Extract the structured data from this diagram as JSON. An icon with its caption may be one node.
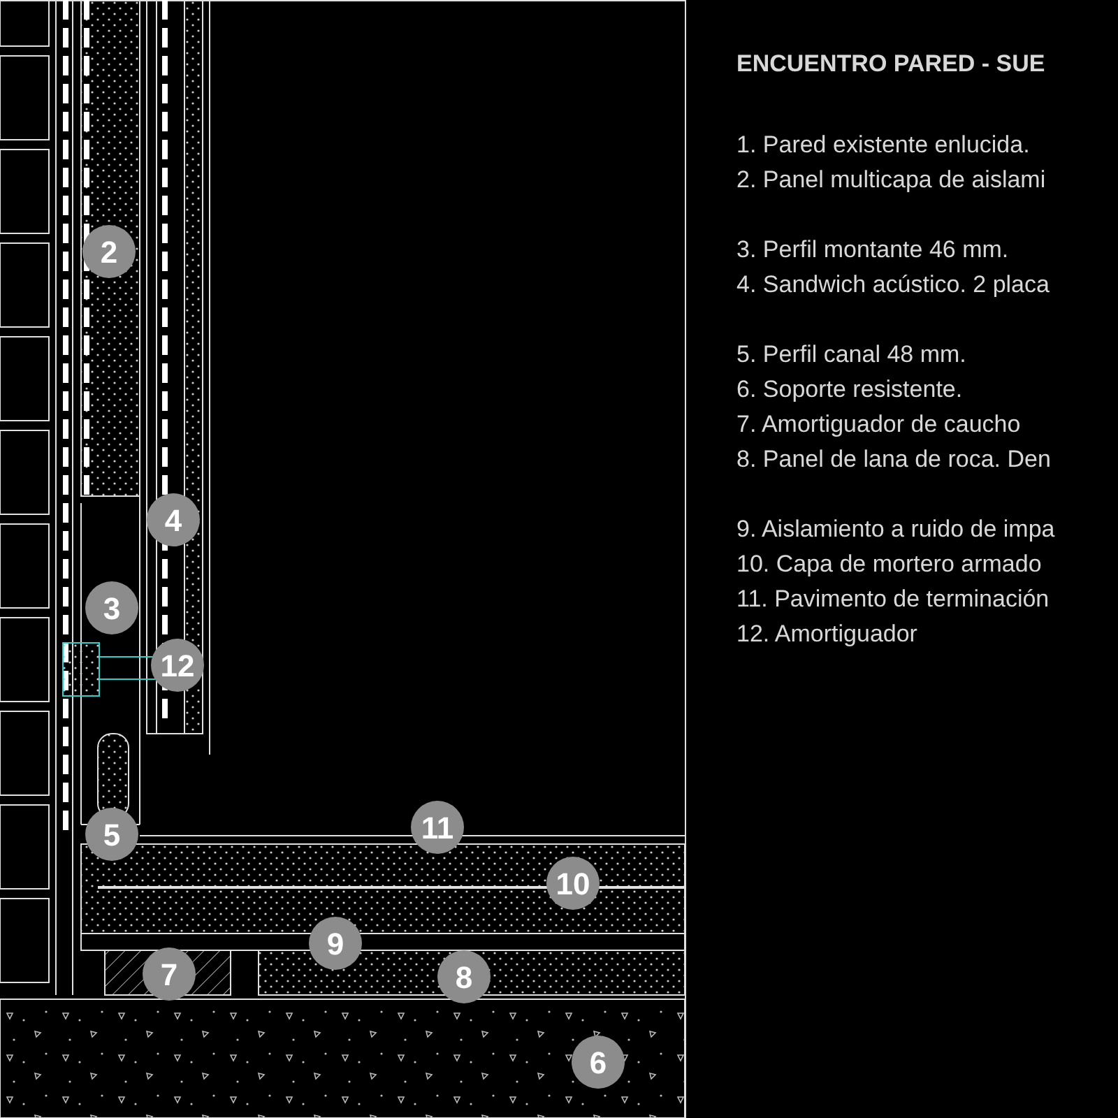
{
  "diagram": {
    "title": "ENCUENTRO PARED - SUE",
    "labels": [
      "2",
      "4",
      "3",
      "12",
      "5",
      "11",
      "10",
      "9",
      "7",
      "8",
      "6",
      "1. Pared existente enlucida.",
      "2. Panel multicapa de aislami",
      "3. Perfil montante 46 mm.",
      "4. Sandwich acústico. 2 placa",
      "5. Perfil canal 48 mm.",
      "6. Soporte resistente.",
      "7. Amortiguador de caucho",
      "8. Panel de lana de roca. Den",
      "9. Aislamiento a ruido de impa",
      "10. Capa de mortero armado",
      "11. Pavimento de terminación",
      "12. Amortiguador"
    ]
  }
}
